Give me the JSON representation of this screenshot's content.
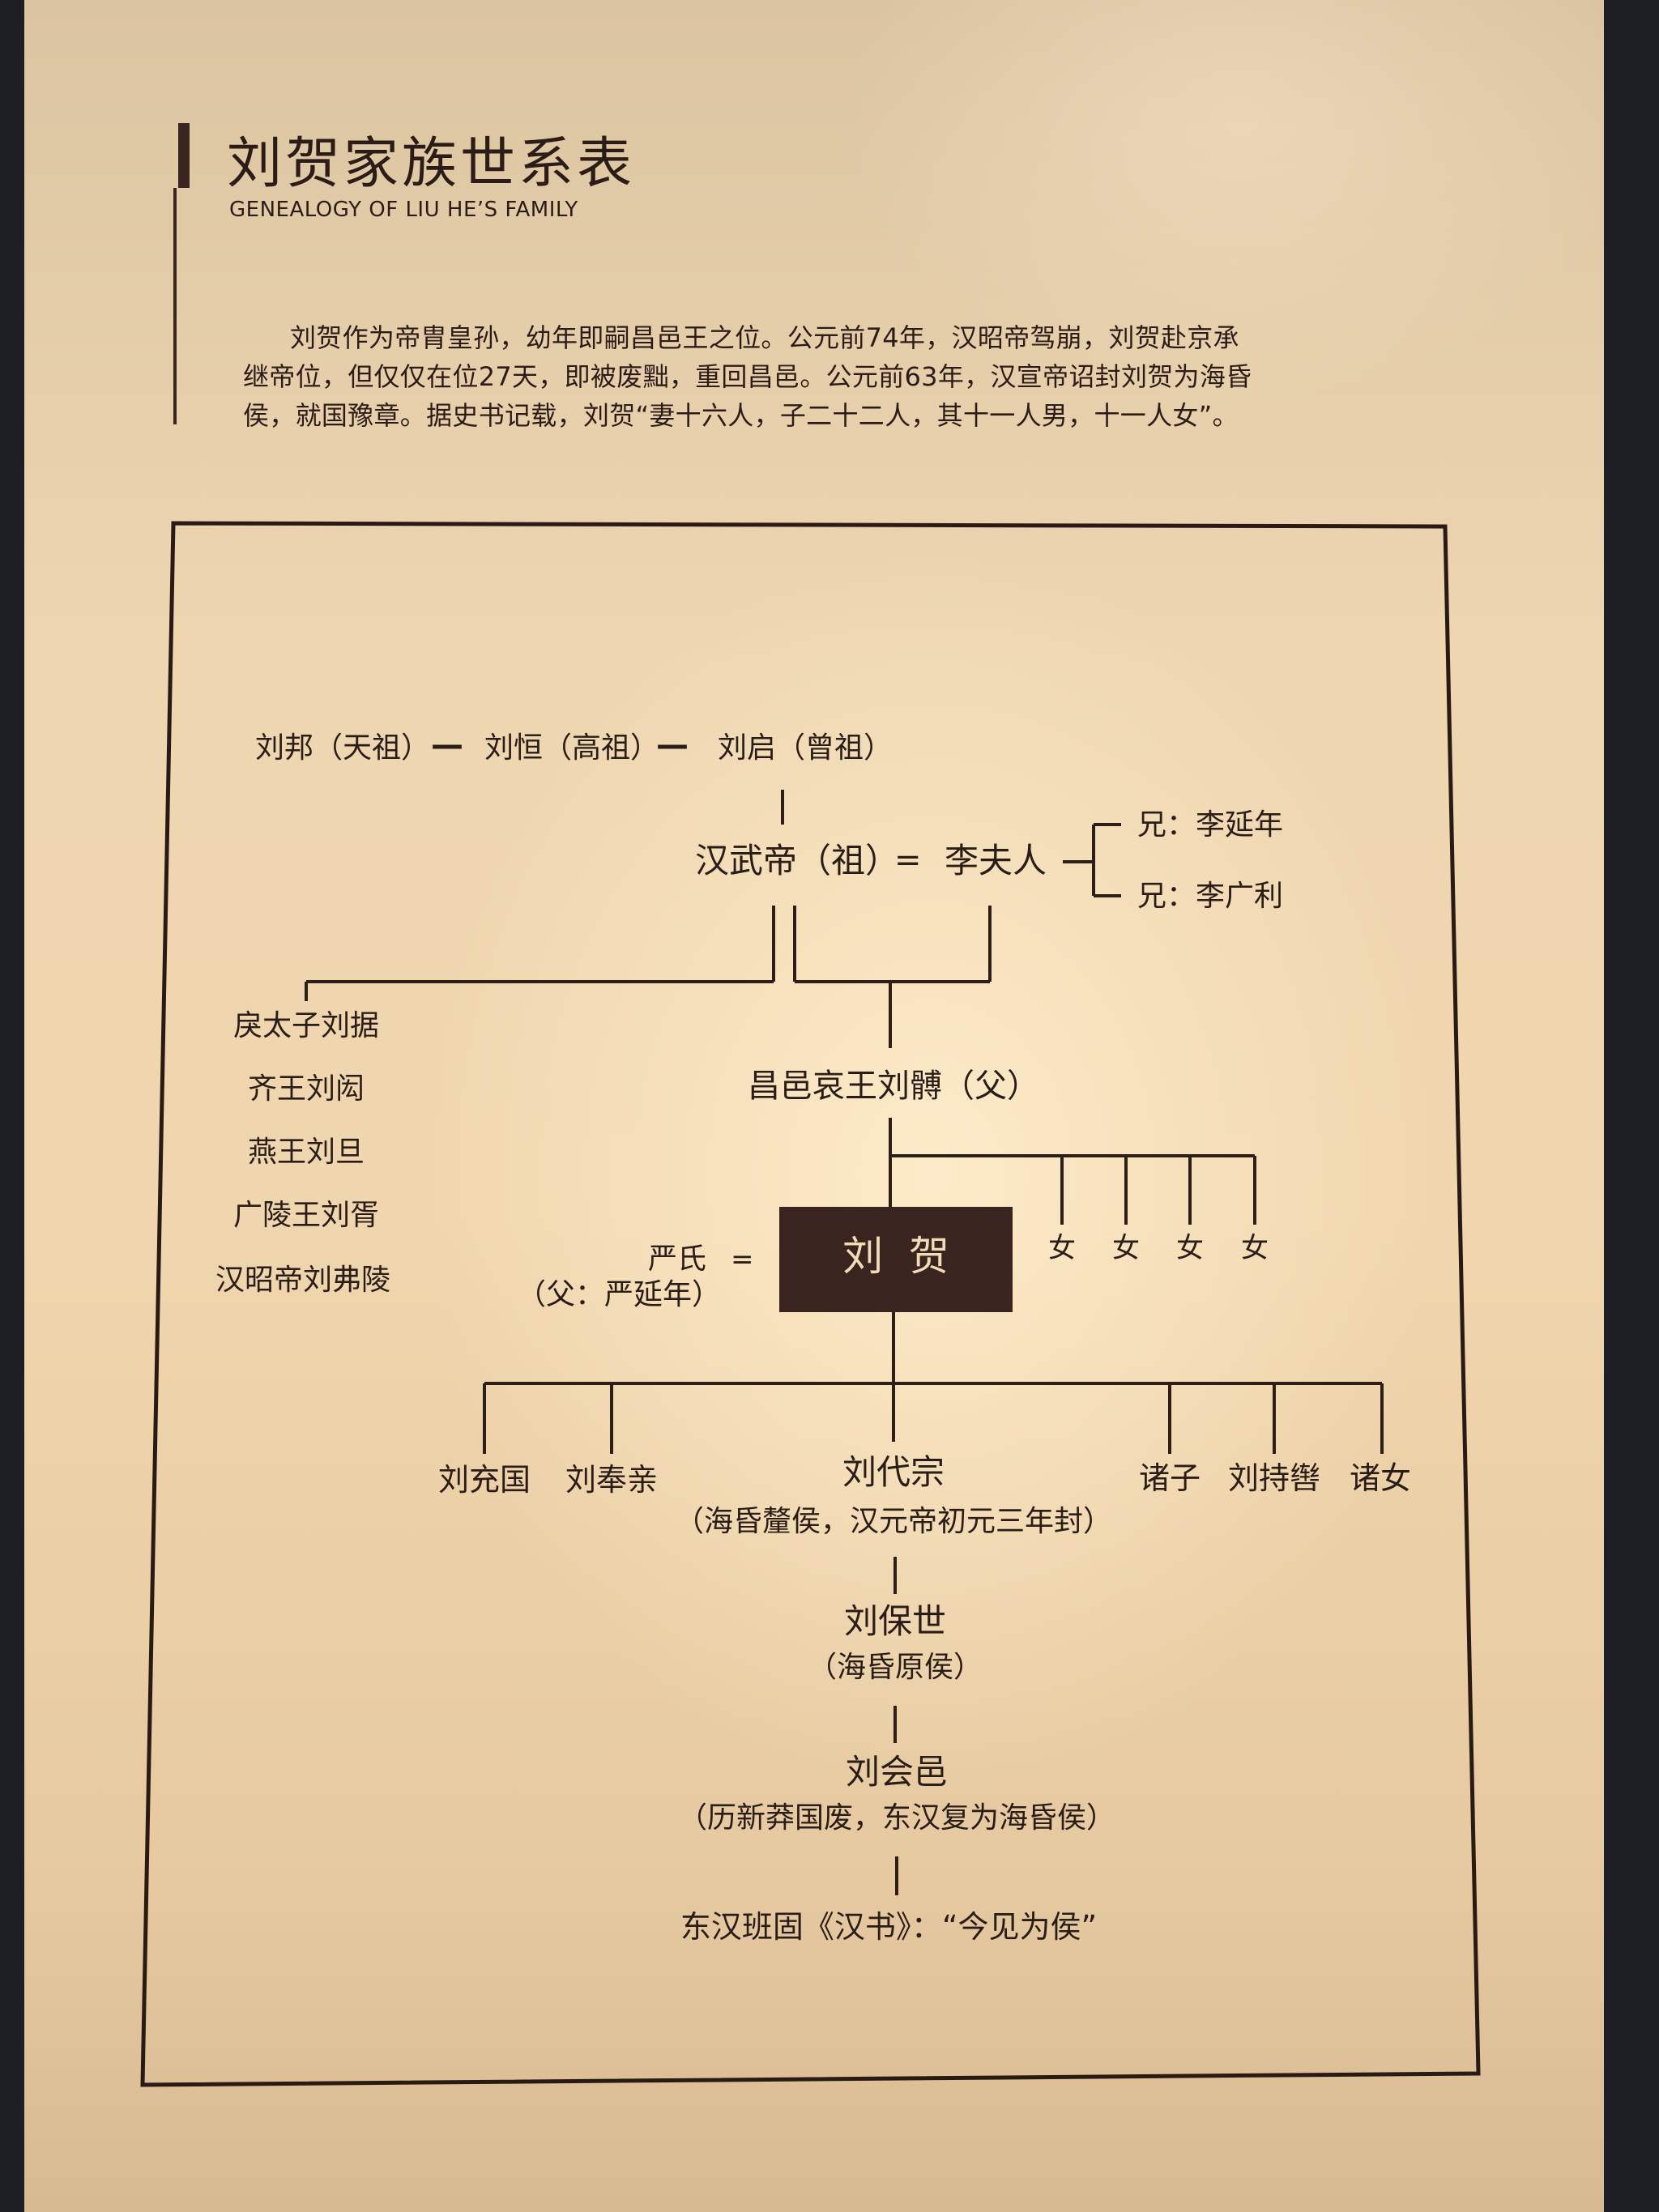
{
  "panel": {
    "title": "刘贺家族世系表",
    "subtitle": "GENEALOGY OF LIU HE’S FAMILY",
    "intro_lines": [
      "刘贺作为帝胄皇孙，幼年即嗣昌邑王之位。公元前74年，汉昭帝驾崩，刘贺赴京承",
      "继帝位，但仅仅在位27天，即被废黜，重回昌邑。公元前63年，汉宣帝诏封刘贺为海昏",
      "侯，就国豫章。据史书记载，刘贺“妻十六人，子二十二人，其十一人男，十一人女”。"
    ]
  },
  "diagram": {
    "ancestors": [
      "刘邦（天祖）",
      "刘恒（高祖）",
      "刘启（曾祖）"
    ],
    "dash": "—",
    "equals": "=",
    "emperor_wu": "汉武帝（祖）",
    "lady_li": "李夫人",
    "brothers": [
      "兄：李延年",
      "兄：李广利"
    ],
    "uncles": [
      "戾太子刘据",
      "齐王刘闳",
      "燕王刘旦",
      "广陵王刘胥",
      "汉昭帝刘弗陵"
    ],
    "father": "昌邑哀王刘髆（父）",
    "sisters": [
      "女",
      "女",
      "女",
      "女"
    ],
    "liu_he": "刘  贺",
    "wife_name": "严氏",
    "wife_father": "（父：严延年）",
    "children": [
      "刘充国",
      "刘奉亲",
      "诸子",
      "刘持辔",
      "诸女"
    ],
    "heir_name": "刘代宗",
    "heir_note": "（海昏釐侯，汉元帝初元三年封）",
    "g2_name": "刘保世",
    "g2_note": "（海昏原侯）",
    "g3_name": "刘会邑",
    "g3_note": "（历新莽国废，东汉复为海昏侯）",
    "source_quote": "东汉班固《汉书》：“今见为侯”"
  },
  "colors": {
    "board": "#ecd3ad",
    "ink": "#2a1d17",
    "name_box": "#3a2420",
    "name_text": "#f2dcb8"
  }
}
